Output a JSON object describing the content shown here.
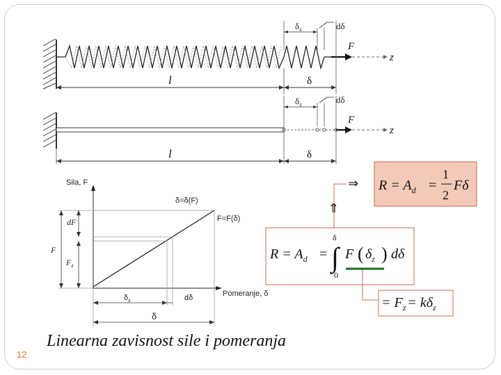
{
  "slide": {
    "caption": "Linearna zavisnost sile i pomeranja",
    "page_number": "12"
  },
  "spring_diagram": {
    "length": "l",
    "elongation": "δ",
    "elongation_z": "δ",
    "elongation_z_sub": "z",
    "differential": "dδ",
    "force": "F",
    "axis": "z"
  },
  "rod_diagram": {
    "length": "l",
    "elongation": "δ",
    "elongation_z": "δ",
    "elongation_z_sub": "z",
    "differential": "dδ",
    "force": "F",
    "axis": "z"
  },
  "force_graph": {
    "y_axis_label": "Sila, F",
    "x_axis_label": "Pomeranje, δ",
    "curve_label_top": "δ=δ(F)",
    "curve_label_right": "F=F(δ)",
    "dF": "dF",
    "F": "F",
    "Fz": "F",
    "Fz_sub": "z",
    "dim_dz": "δ",
    "dim_dz_sub": "z",
    "dim_ddelta": "dδ",
    "dim_delta": "δ"
  },
  "formulas": {
    "result_box": {
      "lhs": "R = A",
      "sub": "d",
      "eq": "=",
      "frac_num": "1",
      "frac_den": "2",
      "rhs": "Fδ",
      "color": "#f3c9b8",
      "border": "#c96a4e"
    },
    "integral_box": {
      "lhs": "R = A",
      "sub": "d",
      "eq": "=",
      "upper": "δ",
      "lower": "0",
      "integrand": "F",
      "arg": "δ",
      "arg_sub": "z",
      "tail": "dδ",
      "color": "#ffffff",
      "border": "#c96a4e"
    },
    "fz_box": {
      "text": "= F",
      "sub": "z",
      "mid": "= kδ",
      "sub2": "z",
      "border": "#c96a4e"
    },
    "arrow_right": "⇒",
    "arrow_up": "⇑",
    "underline_color": "#1e6b1e"
  }
}
